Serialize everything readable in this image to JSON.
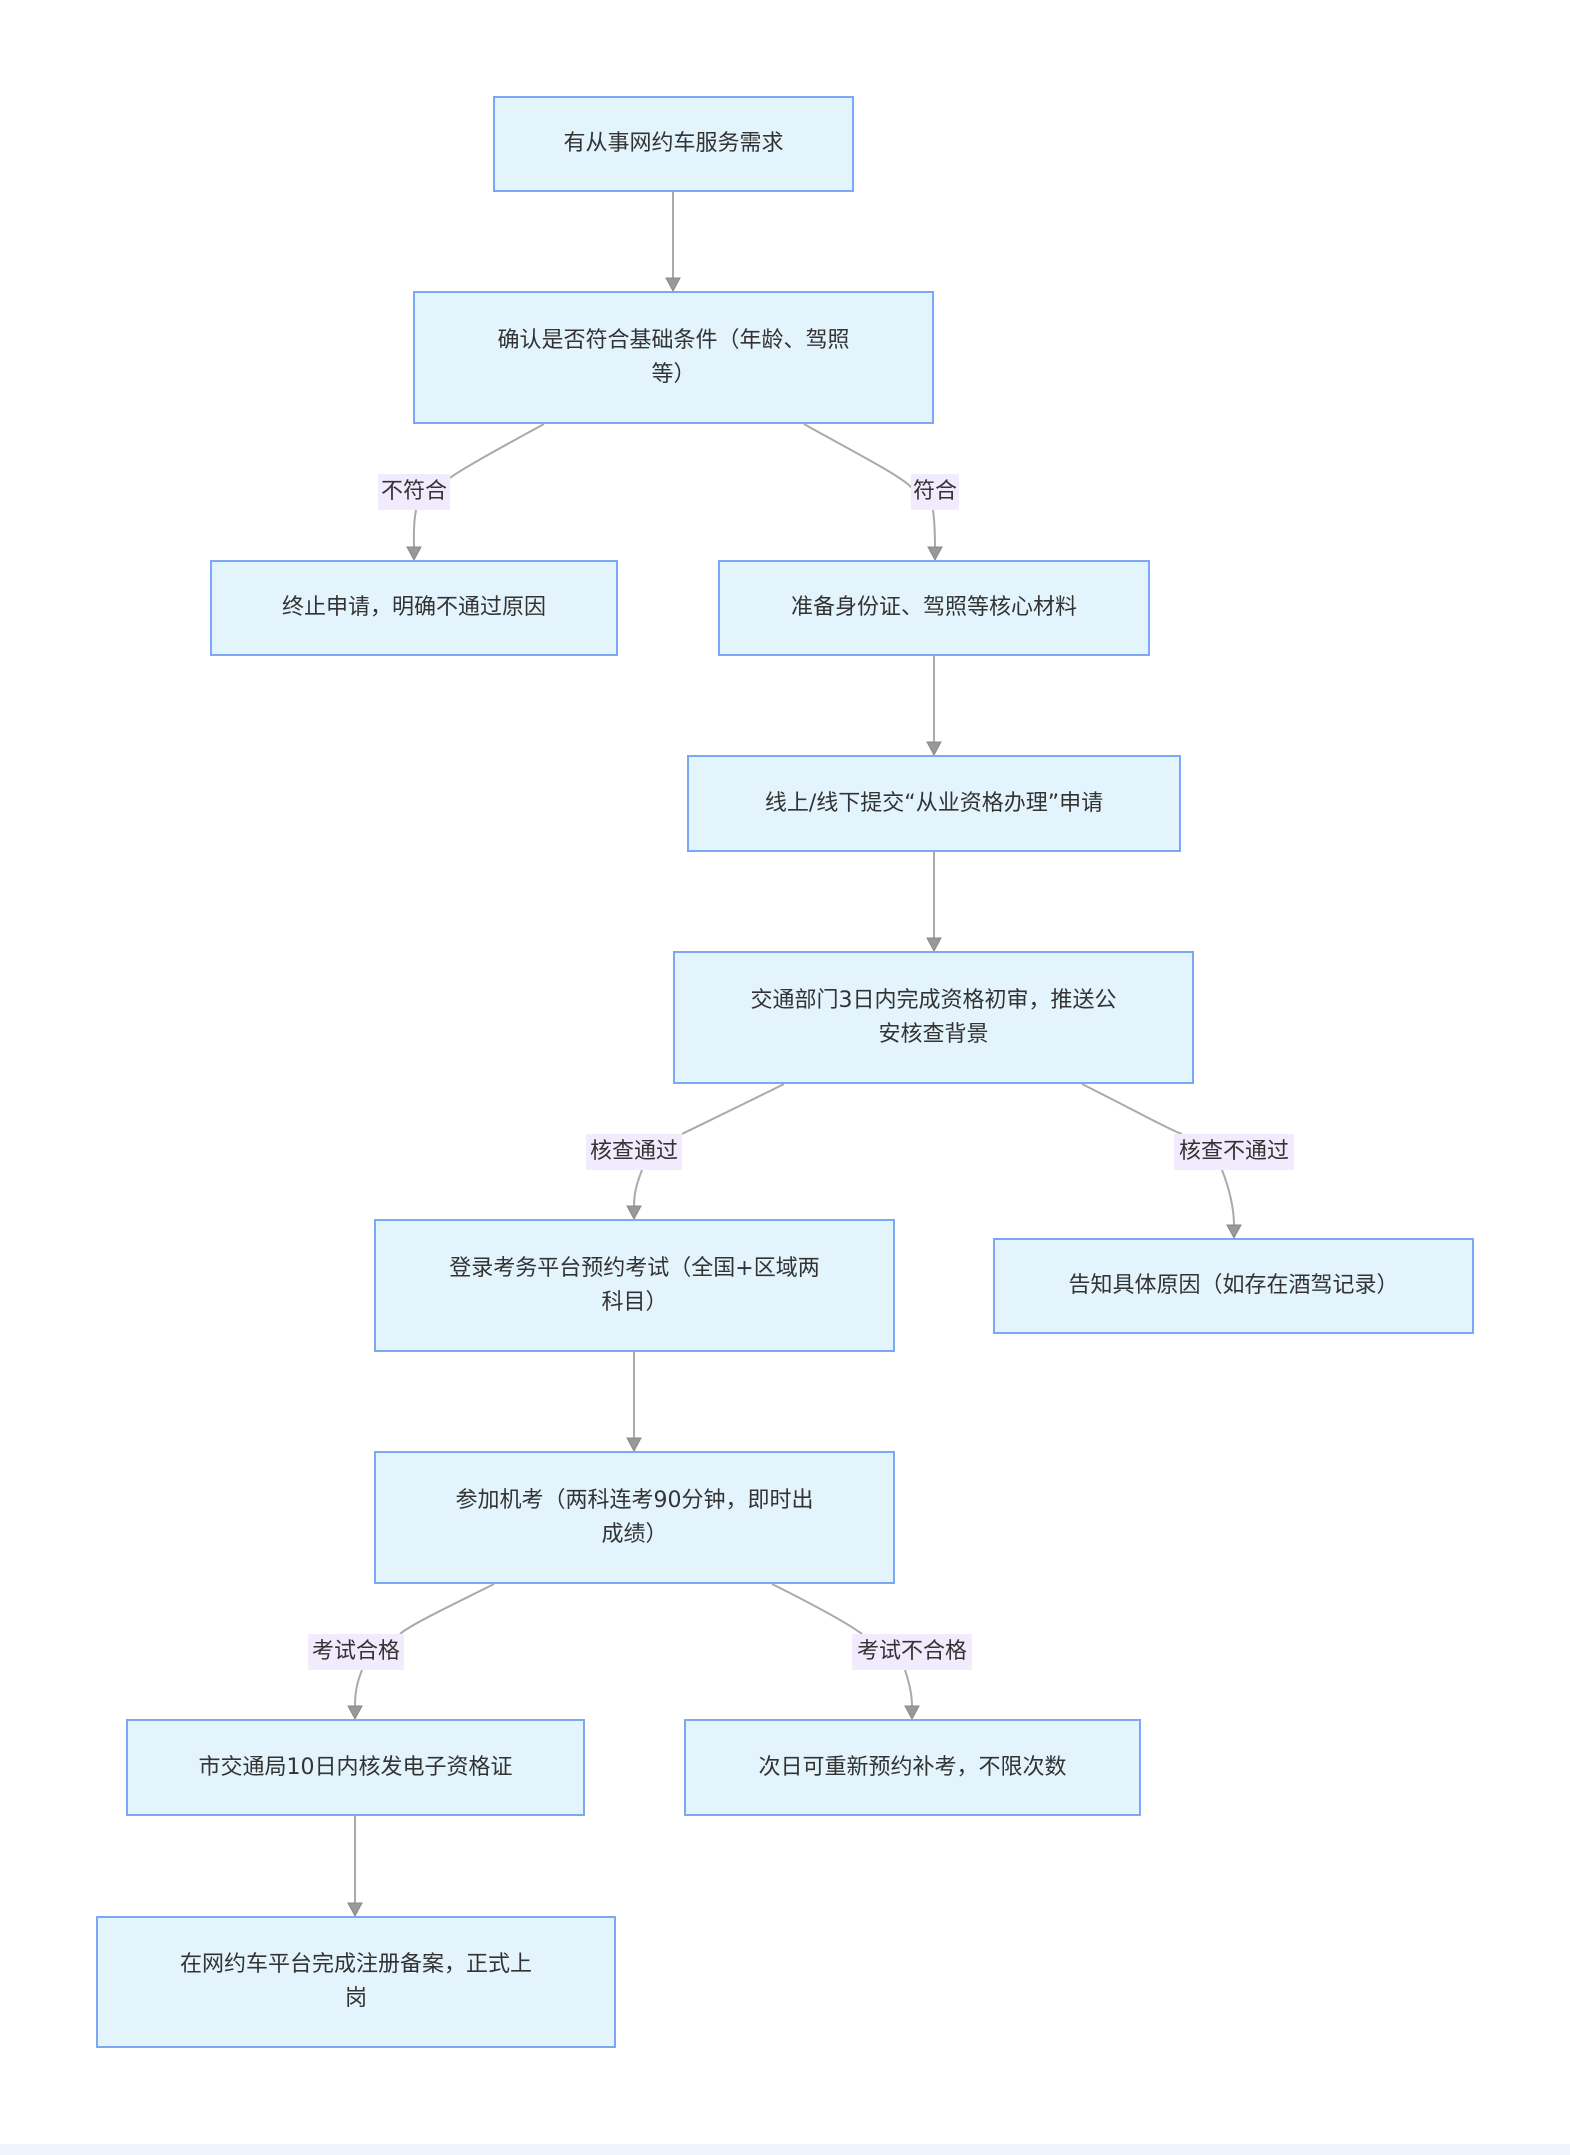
{
  "diagram": {
    "type": "flowchart",
    "direction": "top-down",
    "colors": {
      "node_fill": "#e3f4fd",
      "node_border": "#7aa8f7",
      "edge_line": "#aaaaaa",
      "arrow_fill": "#999999",
      "label_bg": "#f2eafd",
      "text": "#333333"
    },
    "nodes": {
      "start": "有从事网约车服务需求",
      "check_basic": "确认是否符合基础条件（年龄、驾照等）",
      "terminate": "终止申请，明确不通过原因",
      "prepare_docs": "准备身份证、驾照等核心材料",
      "submit": "线上/线下提交“从业资格办理”申请",
      "review": "交通部门3日内完成资格初审，推送公安核查背景",
      "book_exam": "登录考务平台预约考试（全国+区域两科目）",
      "notify_reason": "告知具体原因（如存在酒驾记录）",
      "take_exam": "参加机考（两科连考90分钟，即时出成绩）",
      "issue_cert": "市交通局10日内核发电子资格证",
      "retake": "次日可重新预约补考，不限次数",
      "register": "在网约车平台完成注册备案，正式上岗"
    },
    "node_lines": {
      "check_basic": [
        "确认是否符合基础条件（年龄、驾照",
        "等）"
      ],
      "review": [
        "交通部门3日内完成资格初审，推送公",
        "安核查背景"
      ],
      "book_exam": [
        "登录考务平台预约考试（全国+区域两",
        "科目）"
      ],
      "take_exam": [
        "参加机考（两科连考90分钟，即时出",
        "成绩）"
      ],
      "register": [
        "在网约车平台完成注册备案，正式上",
        "岗"
      ]
    },
    "edge_labels": {
      "not_qualified": "不符合",
      "qualified": "符合",
      "check_pass": "核查通过",
      "check_fail": "核查不通过",
      "exam_pass": "考试合格",
      "exam_fail": "考试不合格"
    },
    "edges": [
      {
        "from": "start",
        "to": "check_basic",
        "label": null
      },
      {
        "from": "check_basic",
        "to": "terminate",
        "label": "not_qualified"
      },
      {
        "from": "check_basic",
        "to": "prepare_docs",
        "label": "qualified"
      },
      {
        "from": "prepare_docs",
        "to": "submit",
        "label": null
      },
      {
        "from": "submit",
        "to": "review",
        "label": null
      },
      {
        "from": "review",
        "to": "book_exam",
        "label": "check_pass"
      },
      {
        "from": "review",
        "to": "notify_reason",
        "label": "check_fail"
      },
      {
        "from": "book_exam",
        "to": "take_exam",
        "label": null
      },
      {
        "from": "take_exam",
        "to": "issue_cert",
        "label": "exam_pass"
      },
      {
        "from": "take_exam",
        "to": "retake",
        "label": "exam_fail"
      },
      {
        "from": "issue_cert",
        "to": "register",
        "label": null
      }
    ]
  }
}
